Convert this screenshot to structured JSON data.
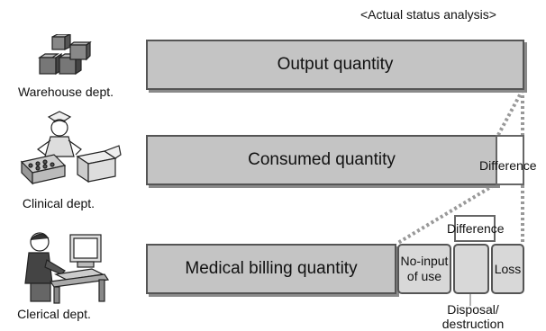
{
  "heading": "<Actual status analysis>",
  "departments": {
    "warehouse": "Warehouse dept.",
    "clinical": "Clinical dept.",
    "clerical": "Clerical dept."
  },
  "bars": {
    "output": "Output quantity",
    "consumed": "Consumed quantity",
    "billing": "Medical billing quantity"
  },
  "difference_label": "Difference",
  "breakdown": {
    "no_input": "No-input of use",
    "disposal": "Disposal/ destruction",
    "loss": "Loss"
  }
}
